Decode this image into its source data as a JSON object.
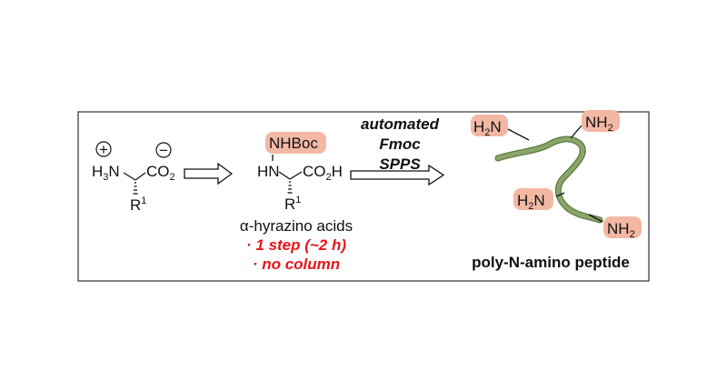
{
  "colors": {
    "highlight": "#f2b8a4",
    "peptide": "#8aa56a",
    "peptide_dark": "#5e7a42",
    "accent_red": "#e8141c",
    "frame": "#333333"
  },
  "reactant": {
    "charge_plus": "+",
    "charge_minus": "−",
    "h3n_H": "H",
    "h3n_sub": "3",
    "h3n_N": "N",
    "co2_C": "CO",
    "co2_sub": "2",
    "r_label": "R",
    "r_sup": "1"
  },
  "product": {
    "nhboc": "NHBoc",
    "hn": "HN",
    "co2h_C": "CO",
    "co2h_sub": "2",
    "co2h_H": "H",
    "r_label": "R",
    "r_sup": "1",
    "caption": "α-hyrazino acids",
    "bullet1": "· 1 step (~2 h)",
    "bullet2": "· no column"
  },
  "conditions": {
    "line1": "automated",
    "line2": "Fmoc",
    "line3": "SPPS"
  },
  "peptide": {
    "amine_tl": {
      "N": "H",
      "sub": "2",
      "tail": "N"
    },
    "amine_tr": {
      "N": "NH",
      "sub": "2"
    },
    "amine_bl": {
      "N": "H",
      "sub": "2",
      "tail": "N"
    },
    "amine_br": {
      "N": "NH",
      "sub": "2"
    },
    "caption": "poly-N-amino peptide"
  }
}
